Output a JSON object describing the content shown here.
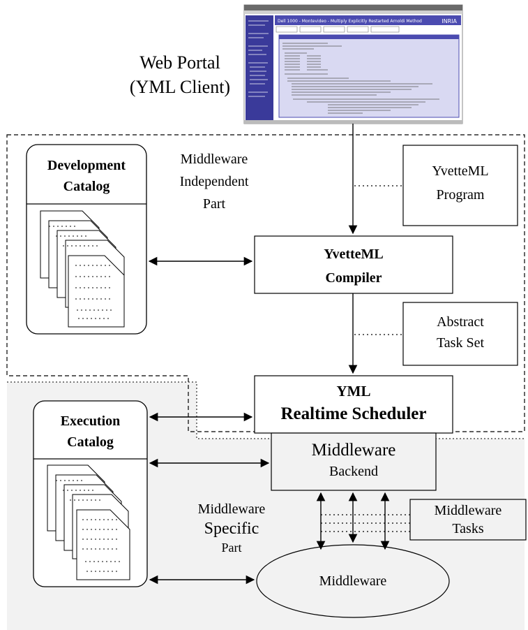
{
  "portal": {
    "label_line1": "Web Portal",
    "label_line2": "(YML Client)",
    "screenshot_heading": "Dell 1000 - Montevideo - Multiply Explicitly Restarted Arnoldi Method",
    "screenshot_brand": "INRIA"
  },
  "middleware_independent": {
    "line1": "Middleware",
    "line2": "Independent",
    "line3": "Part"
  },
  "middleware_specific": {
    "line1": "Middleware",
    "line2": "Specific",
    "line3": "Part"
  },
  "development_catalog": {
    "line1": "Development",
    "line2": "Catalog"
  },
  "execution_catalog": {
    "line1": "Execution",
    "line2": "Catalog"
  },
  "yvetteml_program": {
    "line1": "YvetteML",
    "line2": "Program"
  },
  "yvetteml_compiler": {
    "line1": "YvetteML",
    "line2": "Compiler"
  },
  "abstract_task_set": {
    "line1": "Abstract",
    "line2": "Task Set"
  },
  "scheduler": {
    "line1": "YML",
    "line2": "Realtime Scheduler"
  },
  "backend": {
    "line1": "Middleware",
    "line2": "Backend"
  },
  "middleware_tasks": {
    "line1": "Middleware",
    "line2": "Tasks"
  },
  "middleware_node": {
    "label": "Middleware"
  },
  "colors": {
    "specific_region_fill": "#f2f2f2",
    "portal_sidebar": "#3a3a9a",
    "portal_header": "#4b4bb0",
    "portal_code_bg": "#d9d9f2"
  }
}
